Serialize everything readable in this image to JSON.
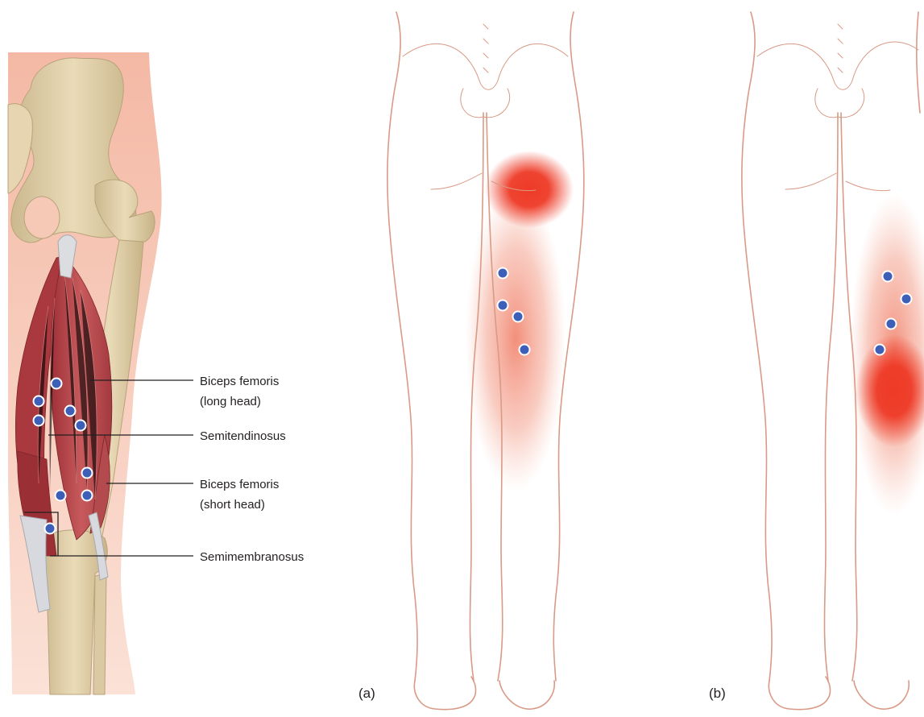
{
  "labels": {
    "biceps_long_line1": "Biceps femoris",
    "biceps_long_line2": "(long head)",
    "semitendinosus": "Semitendinosus",
    "biceps_short_line1": "Biceps femoris",
    "biceps_short_line2": "(short head)",
    "semimembranosus": "Semimembranosus"
  },
  "panels": {
    "a": "(a)",
    "b": "(b)"
  },
  "colors": {
    "skin_background": "#f6c8b6",
    "bone": "#e3d3ae",
    "muscle": "#b8444a",
    "tendon": "#d9dadd",
    "body_outline": "#d99a86",
    "pain_referral": "#ee3a26",
    "trigger_point": "#3e5fb8"
  },
  "icons": [
    "trigger-point-dot",
    "pain-referral-zone"
  ]
}
